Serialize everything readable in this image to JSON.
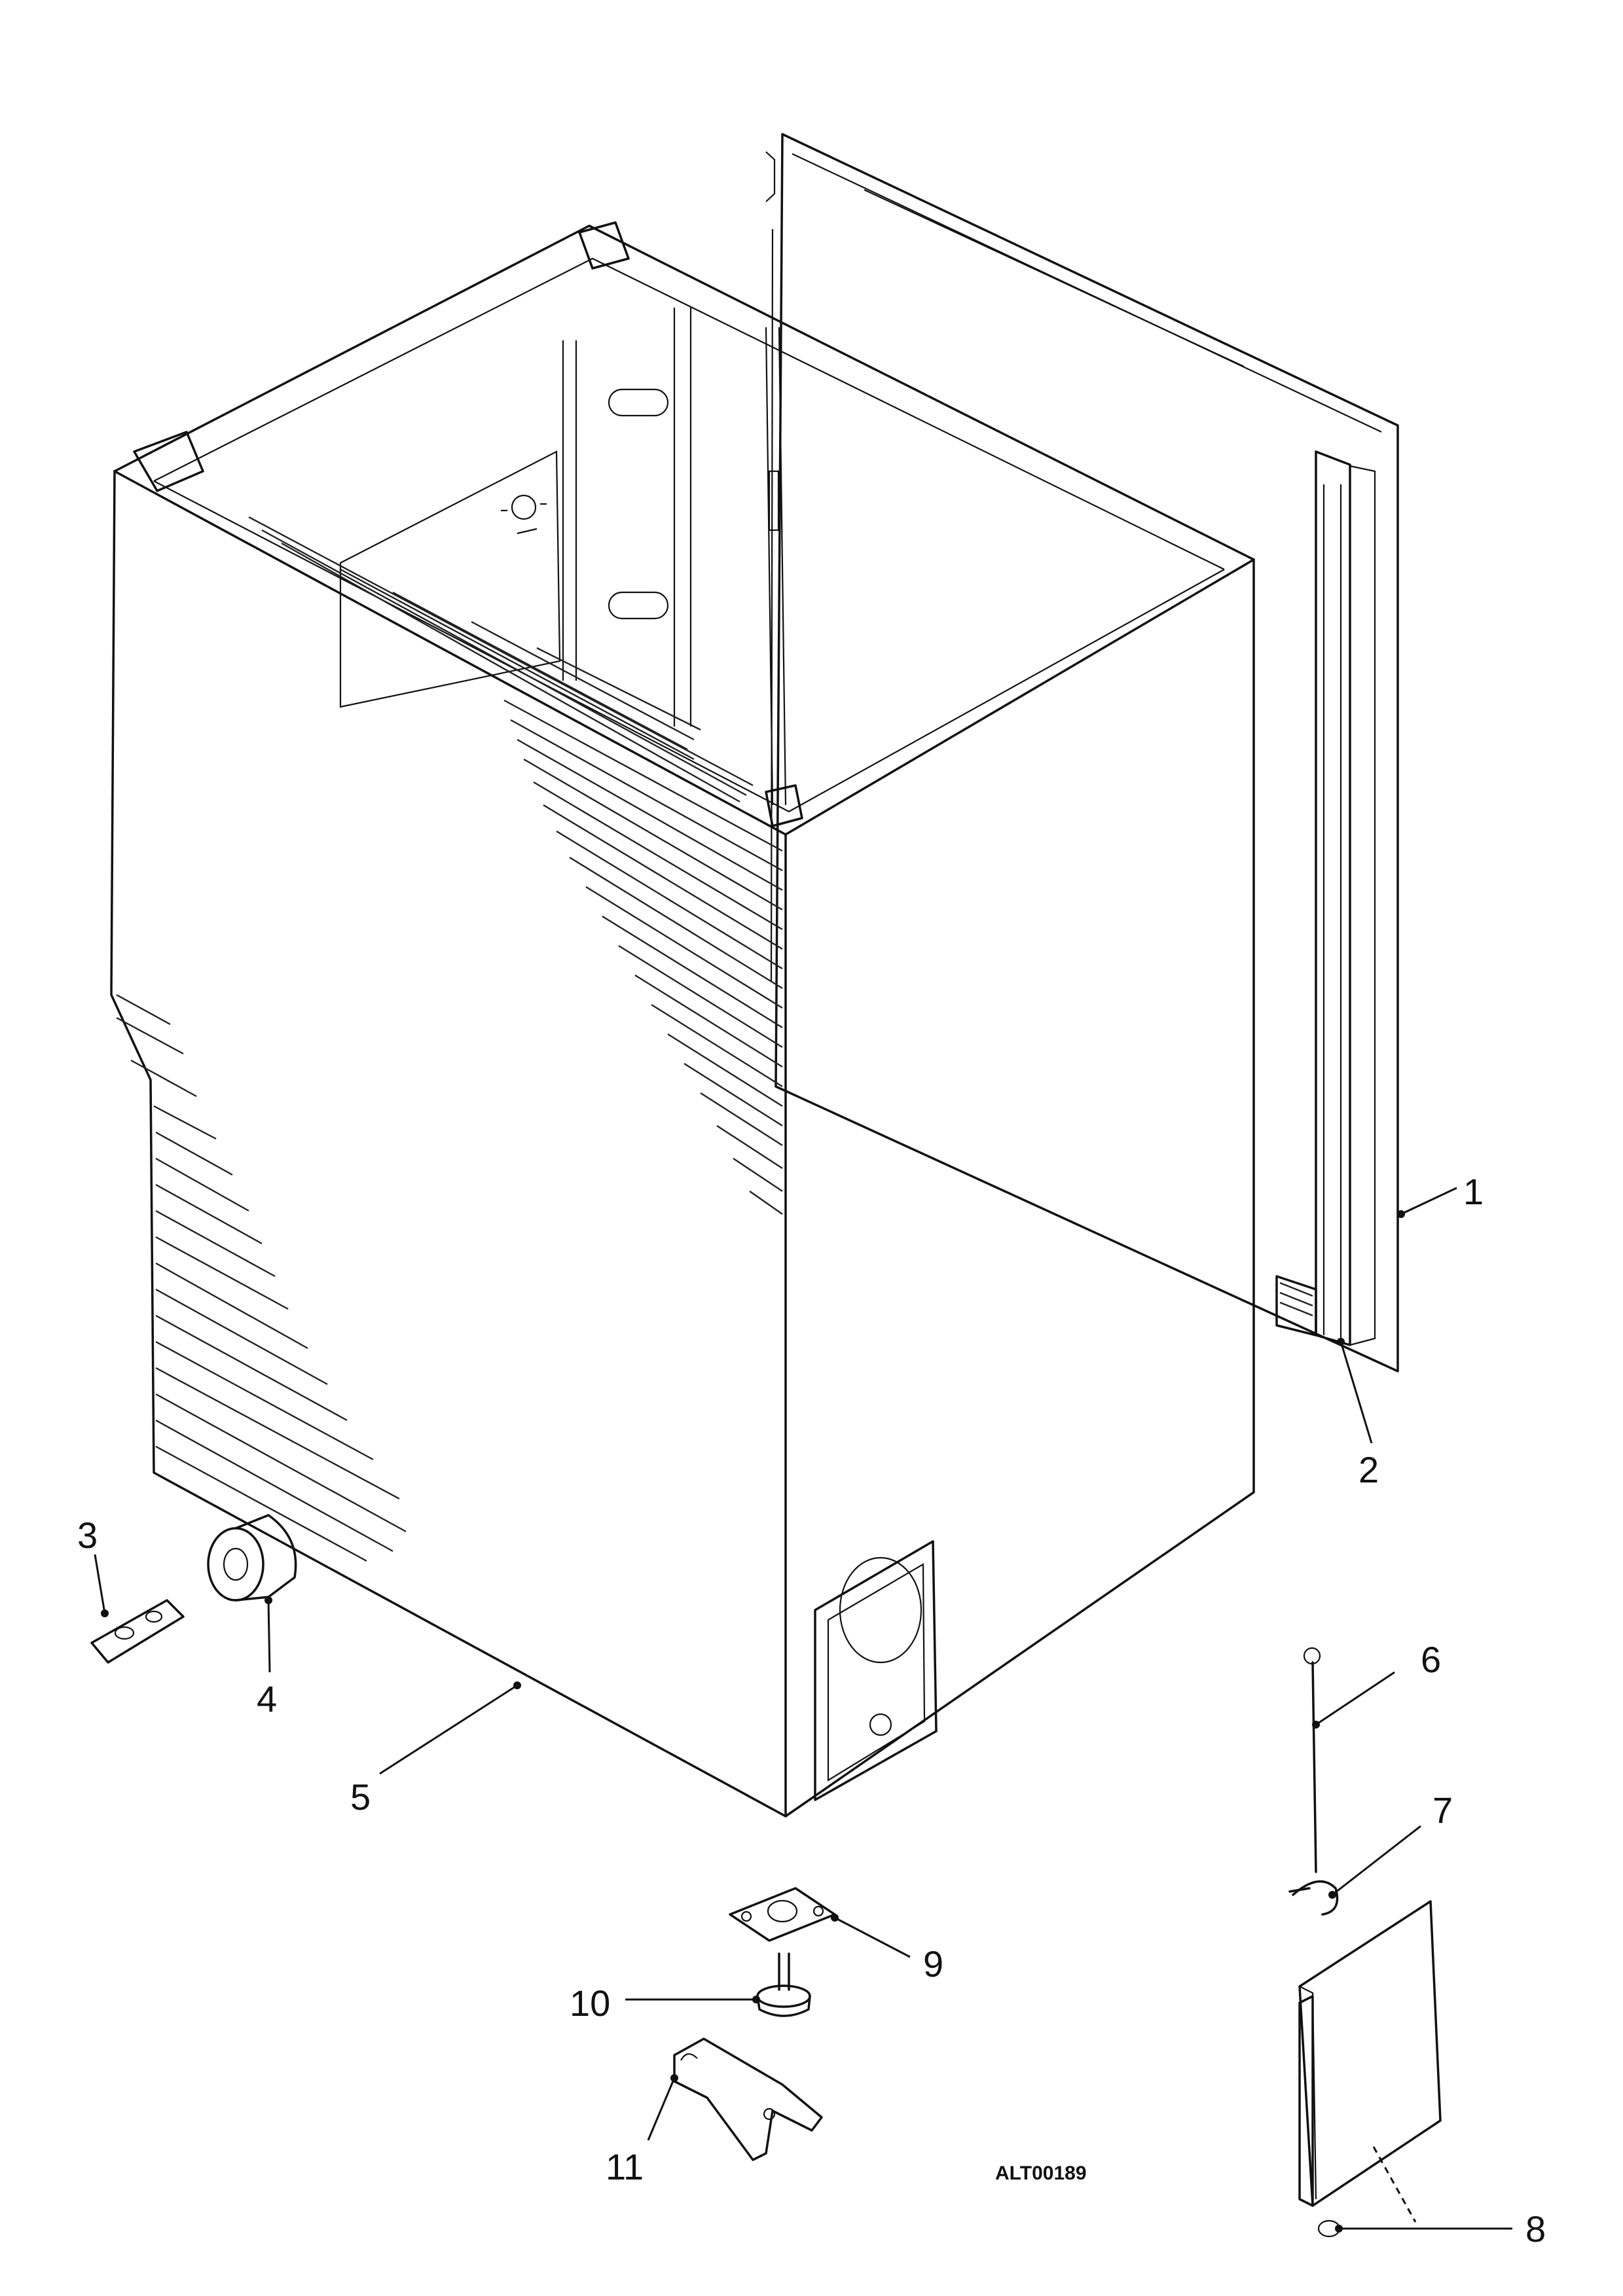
{
  "diagram": {
    "drawing_code": "ALT00189",
    "callouts": [
      {
        "id": "1",
        "label": "1"
      },
      {
        "id": "2",
        "label": "2"
      },
      {
        "id": "3",
        "label": "3"
      },
      {
        "id": "4",
        "label": "4"
      },
      {
        "id": "5",
        "label": "5"
      },
      {
        "id": "6",
        "label": "6"
      },
      {
        "id": "7",
        "label": "7"
      },
      {
        "id": "8",
        "label": "8"
      },
      {
        "id": "9",
        "label": "9"
      },
      {
        "id": "10",
        "label": "10"
      },
      {
        "id": "11",
        "label": "11"
      }
    ]
  }
}
